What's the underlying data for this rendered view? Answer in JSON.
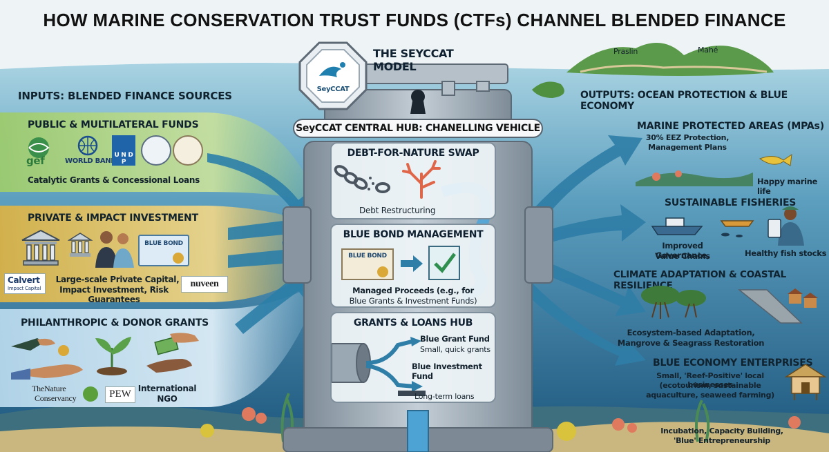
{
  "title": "HOW MARINE CONSERVATION TRUST FUNDS (CTFs) CHANNEL BLENDED FINANCE",
  "model": {
    "label": "THE SEYCCAT MODEL",
    "logo_text": "SeyCCAT"
  },
  "islands": {
    "left": "Praslin",
    "right": "Mahé"
  },
  "inputs": {
    "heading": "INPUTS: BLENDED FINANCE SOURCES",
    "public": {
      "title": "PUBLIC & MULTILATERAL FUNDS",
      "logos": [
        "gef",
        "WORLD BANK",
        "U N D P"
      ],
      "caption": "Catalytic Grants & Concessional Loans"
    },
    "private": {
      "title": "PRIVATE & IMPACT INVESTMENT",
      "bond_label": "BLUE BOND",
      "logo_left": "Calvert",
      "logo_left_sub": "Impact Capital",
      "logo_right": "nuveen",
      "caption_line1": "Large-scale Private Capital,",
      "caption_line2": "Impact Investment, Risk Guarantees"
    },
    "philanthropic": {
      "title": "PHILANTHROPIC & DONOR GRANTS",
      "logo_tnc_line1": "TheNature",
      "logo_tnc_line2": "Conservancy",
      "logo_pew": "PEW",
      "ngo_line1": "International",
      "ngo_line2": "NGO"
    }
  },
  "hub": {
    "title": "SeyCCAT CENTRAL HUB: CHANELLING VEHICLE",
    "swap": {
      "title": "DEBT-FOR-NATURE SWAP",
      "caption": "Debt Restructuring"
    },
    "bond": {
      "title": "BLUE BOND MANAGEMENT",
      "bond_label": "BLUE BOND",
      "caption_line1": "Managed Proceeds (e.g., for",
      "caption_line2": "Blue Grants & Investment Funds)"
    },
    "grants": {
      "title": "GRANTS & LOANS HUB",
      "grant_fund": "Blue Grant Fund",
      "grant_sub": "Small, quick grants",
      "invest_fund": "Blue Investment Fund",
      "invest_sub": "Long-term loans"
    }
  },
  "outputs": {
    "heading": "OUTPUTS: OCEAN PROTECTION & BLUE ECONOMY",
    "mpa": {
      "title": "MARINE PROTECTED AREAS (MPAs)",
      "desc_line1": "30% EEZ Protection,",
      "desc_line2": "Management Plans",
      "caption": "Happy marine life"
    },
    "fisheries": {
      "title": "SUSTAINABLE FISHERIES",
      "desc_line1": "Improved Governance,",
      "desc_line2": "Value Chains",
      "caption": "Healthy fish stocks"
    },
    "climate": {
      "title": "CLIMATE ADAPTATION & COASTAL RESILIENCE",
      "desc_line1": "Ecosystem-based Adaptation,",
      "desc_line2": "Mangrove & Seagrass Restoration"
    },
    "enterprise": {
      "title": "BLUE ECONOMY ENTERPRISES",
      "desc_line1": "Small, 'Reef-Positive' local businesses",
      "desc_line2": "(ecotourism, sustainable",
      "desc_line3": "aquaculture, seaweed farming)",
      "caption_line1": "Incubation, Capacity Building,",
      "caption_line2": "'Blue' Entrepreneurship"
    }
  },
  "colors": {
    "sky": "#e9f2f5",
    "sea_top": "#7fb8cf",
    "sea_deep": "#1f5f88",
    "green_band": "#b9d98a",
    "gold_band": "#e3c463",
    "blue_band": "#c9e2f1",
    "arrow": "#2c7fa9",
    "hub_metal": "#9aa8b4"
  }
}
